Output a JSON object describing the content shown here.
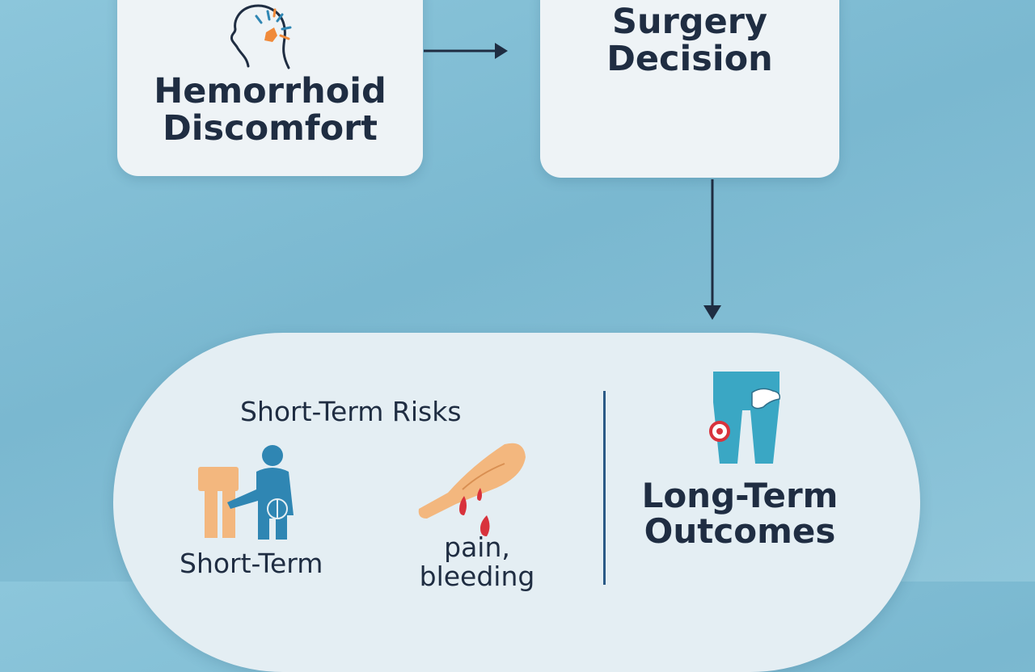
{
  "nodes": {
    "discomfort": {
      "title": "Hemorrhoid\nDiscomfort",
      "icon": "head-pain-icon"
    },
    "surgery": {
      "title": "Surgery\nDecision"
    },
    "outcomes": {
      "short_term_heading": "Short-Term Risks",
      "short_term_caption": "Short-Term",
      "pain_caption": "pain,\nbleeding",
      "long_term_title": "Long-Term\nOutcomes"
    }
  },
  "icons": [
    "head-pain-icon",
    "person-exam-icon",
    "bleeding-hand-icon",
    "leg-pain-icon"
  ],
  "colors": {
    "background": "#86c0d6",
    "card": "#eef3f6",
    "text": "#1f2d42",
    "accent_orange": "#f08a3a",
    "accent_blue": "#2f86b3",
    "accent_red": "#d8323c"
  }
}
